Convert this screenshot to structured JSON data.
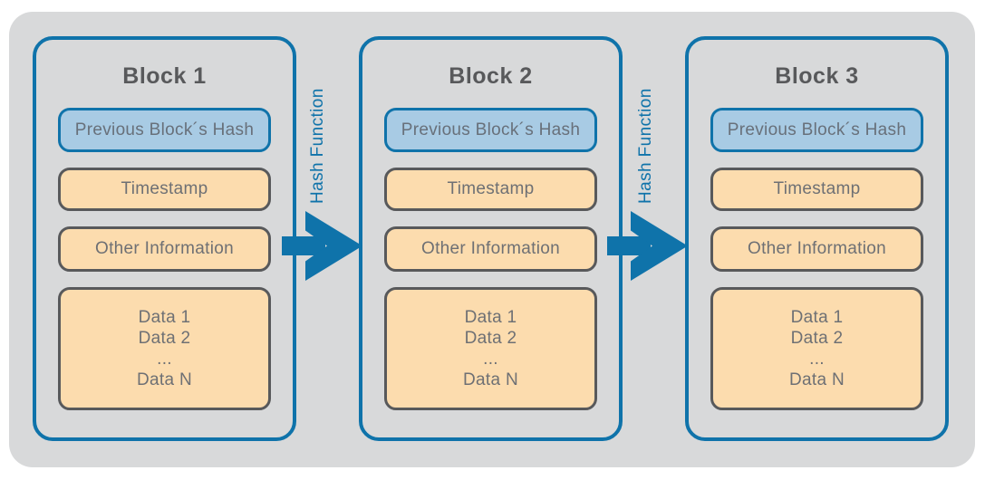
{
  "palette": {
    "background": "#ffffff",
    "panel_gray": "#d8d9da",
    "blue": "#0f73aa",
    "light_blue_fill": "#a8cbe4",
    "peach_fill": "#fcdcae",
    "dark_gray_border": "#58595b",
    "title_text": "#58595b",
    "field_text": "#6e7074"
  },
  "blocks": [
    {
      "title": "Block 1",
      "previous_hash_label": "Previous Block´s Hash",
      "timestamp_label": "Timestamp",
      "other_info_label": "Other Information",
      "data_lines": [
        "Data 1",
        "Data 2",
        "...",
        "Data N"
      ]
    },
    {
      "title": "Block 2",
      "previous_hash_label": "Previous Block´s Hash",
      "timestamp_label": "Timestamp",
      "other_info_label": "Other Information",
      "data_lines": [
        "Data 1",
        "Data 2",
        "...",
        "Data N"
      ]
    },
    {
      "title": "Block 3",
      "previous_hash_label": "Previous Block´s Hash",
      "timestamp_label": "Timestamp",
      "other_info_label": "Other Information",
      "data_lines": [
        "Data 1",
        "Data 2",
        "...",
        "Data N"
      ]
    }
  ],
  "connectors": [
    {
      "label": "Hash Function"
    },
    {
      "label": "Hash Function"
    }
  ]
}
